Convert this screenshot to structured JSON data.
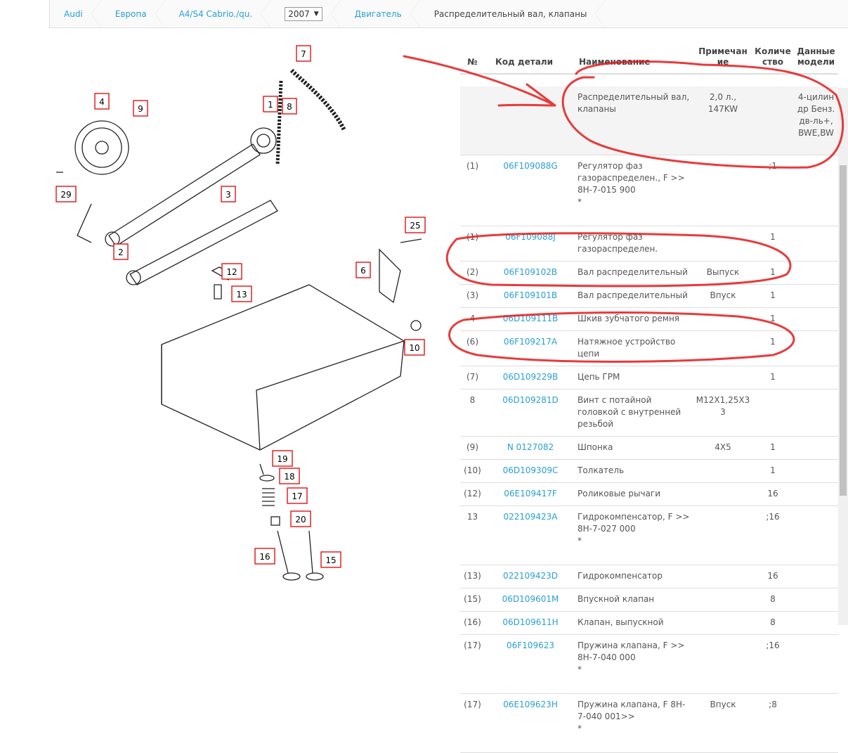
{
  "breadcrumb": {
    "items": [
      "Audi",
      "Европа",
      "A4/S4 Cabrio./qu."
    ],
    "year": "2007",
    "section": "Двигатель",
    "current": "Распределительный вал, клапаны"
  },
  "diagram": {
    "callouts": [
      "7",
      "4",
      "9",
      "1",
      "8",
      "29",
      "3",
      "2",
      "25",
      "12",
      "6",
      "13",
      "10",
      "19",
      "18",
      "17",
      "20",
      "16",
      "15"
    ]
  },
  "table": {
    "headers": {
      "num": "№",
      "code": "Код детали",
      "name": "Наименование",
      "note": "Примечание",
      "qty": "Количество",
      "model": "Данные модели"
    },
    "group": {
      "name": "Распределительный вал, клапаны",
      "note": "2,0 л., 147KW",
      "model": "4-цилиндр Бенз. дв-ль+, BWE,BW"
    },
    "rows": [
      {
        "num": "(1)",
        "code": "06F109088G",
        "name": "Регулятор фаз газораспределен., F >> 8H-7-015 900",
        "star": "*",
        "note": "",
        "qty": ";1"
      },
      {
        "num": "(1)",
        "code": "06F109088J",
        "name": "Регулятор фаз газораспределен.",
        "star": "",
        "note": "",
        "qty": "1"
      },
      {
        "num": "(2)",
        "code": "06F109102B",
        "name": "Вал распределительный",
        "star": "",
        "note": "Выпуск",
        "qty": "1"
      },
      {
        "num": "(3)",
        "code": "06F109101B",
        "name": "Вал распределительный",
        "star": "",
        "note": "Впуск",
        "qty": "1"
      },
      {
        "num": "4",
        "code": "06D109111B",
        "name": "Шкив зубчатого ремня",
        "star": "",
        "note": "",
        "qty": "1"
      },
      {
        "num": "(6)",
        "code": "06F109217A",
        "name": "Натяжное устройство цепи",
        "star": "",
        "note": "",
        "qty": "1"
      },
      {
        "num": "(7)",
        "code": "06D109229B",
        "name": "Цепь ГРМ",
        "star": "",
        "note": "",
        "qty": "1"
      },
      {
        "num": "8",
        "code": "06D109281D",
        "name": "Винт с потайной головкой с внутренней резьбой",
        "star": "",
        "note": "M12X1,25X33",
        "qty": ""
      },
      {
        "num": "(9)",
        "code": "N 0127082",
        "name": "Шпонка",
        "star": "",
        "note": "4X5",
        "qty": "1"
      },
      {
        "num": "(10)",
        "code": "06D109309C",
        "name": "Толкатель",
        "star": "",
        "note": "",
        "qty": "1"
      },
      {
        "num": "(12)",
        "code": "06E109417F",
        "name": "Роликовые рычаги",
        "star": "",
        "note": "",
        "qty": "16"
      },
      {
        "num": "13",
        "code": "022109423A",
        "name": "Гидрокомпенсатор, F >> 8H-7-027 000",
        "star": "*",
        "note": "",
        "qty": ";16"
      },
      {
        "num": "(13)",
        "code": "022109423D",
        "name": "Гидрокомпенсатор",
        "star": "",
        "note": "",
        "qty": "16"
      },
      {
        "num": "(15)",
        "code": "06D109601M",
        "name": "Впускной клапан",
        "star": "",
        "note": "",
        "qty": "8"
      },
      {
        "num": "(16)",
        "code": "06D109611H",
        "name": "Клапан, выпускной",
        "star": "",
        "note": "",
        "qty": "8"
      },
      {
        "num": "(17)",
        "code": "06F109623",
        "name": "Пружина клапана, F >> 8H-7-040 000",
        "star": "*",
        "note": "",
        "qty": ";16"
      },
      {
        "num": "(17)",
        "code": "06E109623H",
        "name": "Пружина клапана, F 8H-7-040 001>>",
        "star": "*",
        "note": "Впуск",
        "qty": ";8"
      }
    ]
  },
  "colors": {
    "link": "#2a9fd6",
    "annotation": "#e00000"
  }
}
